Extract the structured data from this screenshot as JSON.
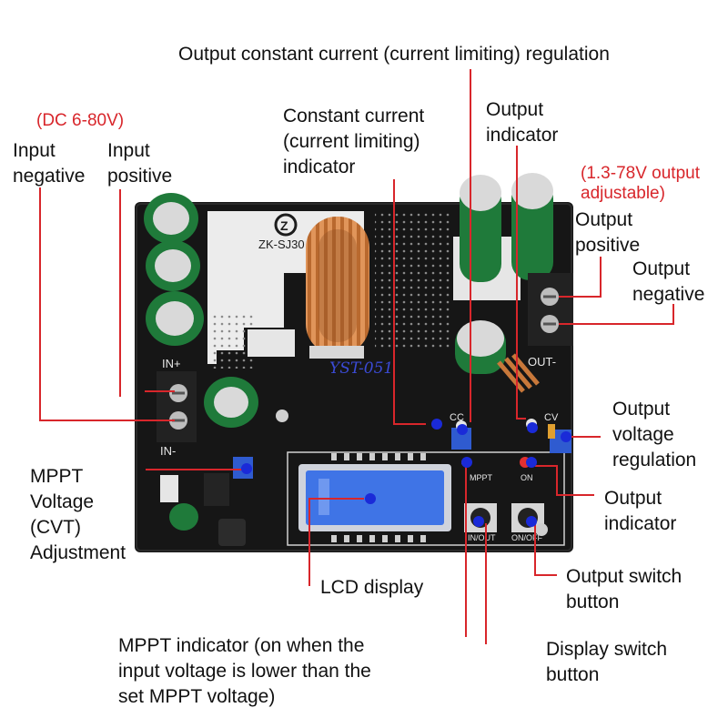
{
  "labels": {
    "output_cc_regulation": "Output constant current (current limiting) regulation",
    "input_range": "(DC 6-80V)",
    "input_negative": "Input\nnegative",
    "input_positive": "Input\npositive",
    "cc_indicator": "Constant current\n(current limiting)\nindicator",
    "output_indicator_top": "Output\nindicator",
    "output_range": "(1.3-78V output\nadjustable)",
    "output_positive": "Output\npositive",
    "output_negative": "Output\nnegative",
    "output_voltage_regulation": "Output\nvoltage\nregulation",
    "output_indicator_bottom": "Output\nindicator",
    "mppt_adjustment": "MPPT\nVoltage\n(CVT)\nAdjustment",
    "lcd_display": "LCD display",
    "output_switch_button": "Output switch\nbutton",
    "mppt_indicator": "MPPT indicator (on when the\ninput voltage is lower than the\nset MPPT voltage)",
    "display_switch_button": "Display switch\nbutton"
  },
  "board": {
    "model": "ZK-SJ30",
    "watermark": "YST-051",
    "silk_in_minus": "IN-",
    "silk_in_plus": "IN+",
    "silk_out": "OUT-",
    "silk_cc": "CC",
    "silk_cv": "CV",
    "silk_mppt": "MPPT",
    "silk_on": "ON",
    "silk_in_out": "IN/OUT",
    "silk_on_off": "ON/OFF"
  },
  "colors": {
    "pcb": "#141414",
    "pad": "#e9e9e9",
    "capacitor": "#1f7a3a",
    "lcd": "#3f74e6",
    "annotation_line": "#d8262b",
    "annotation_dot": "#1a2ad8",
    "coil": "#c8783a"
  }
}
